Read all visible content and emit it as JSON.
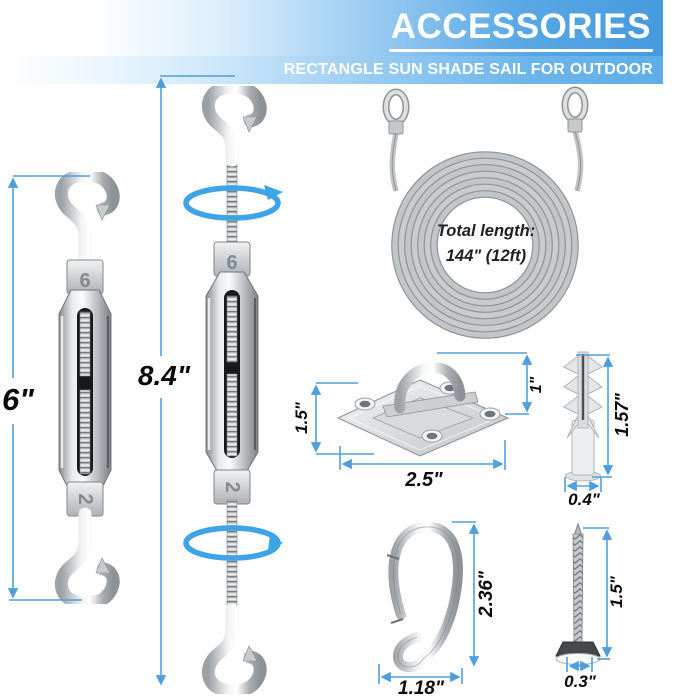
{
  "header": {
    "title": "ACCESSORIES",
    "subtitle": "RECTANGLE SUN SHADE SAIL FOR OUTDOOR"
  },
  "products": {
    "turnbuckle_small": {
      "dimension": "6\"",
      "nut_top_marking": "6",
      "nut_bottom_marking": "2"
    },
    "turnbuckle_large": {
      "dimension": "8.4\"",
      "nut_top_marking": "6",
      "nut_bottom_marking": "2"
    },
    "wire_rope": {
      "label_title": "Total length:",
      "label_value": "144\" (12ft)"
    },
    "pad_eye_plate": {
      "height": "1.5\"",
      "width": "2.5\"",
      "eye_height": "1\""
    },
    "expansion_anchor": {
      "height": "1.57\"",
      "width": "0.4\""
    },
    "carabiner": {
      "height": "2.36\"",
      "width": "1.18\""
    },
    "screw": {
      "height": "1.5\"",
      "width": "0.3\""
    }
  },
  "colors": {
    "header_blue": "#459ade",
    "header_light_blue": "#60aee8",
    "dimension_line": "#4f9edd",
    "rotation_arrow_blue": "#3ea4e6",
    "label_text": "#0b0b0b"
  }
}
